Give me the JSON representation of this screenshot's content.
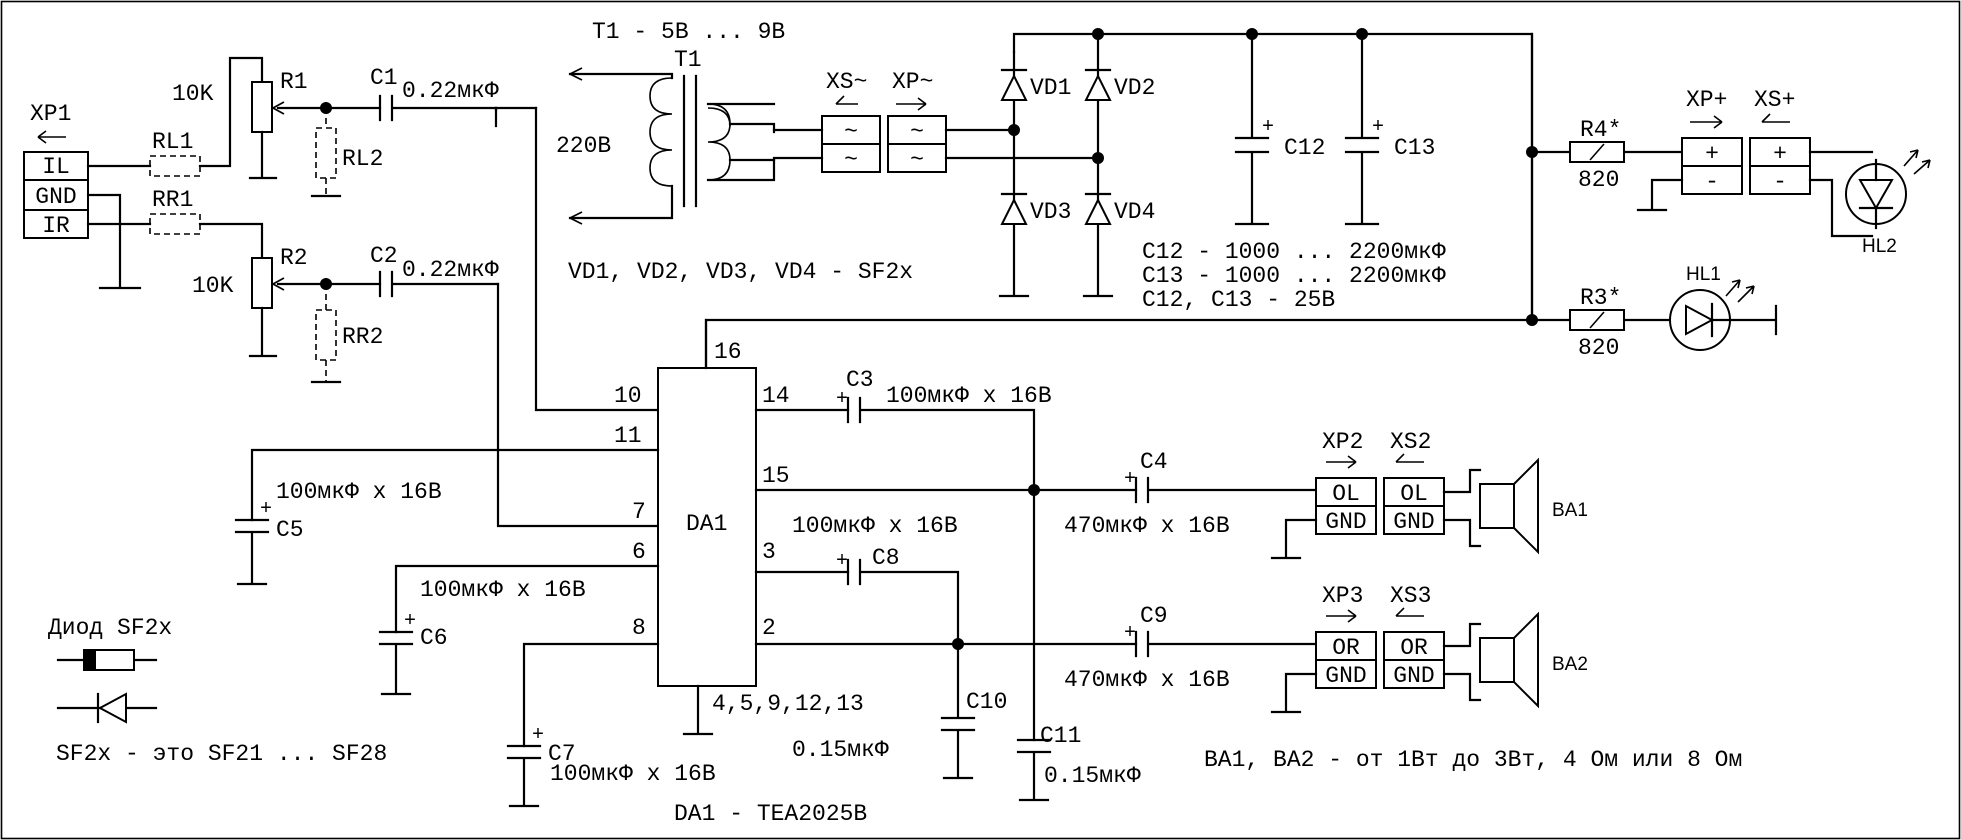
{
  "labels": {
    "t1_range": "T1 - 5В ... 9В",
    "t1": "T1",
    "mains": "220В",
    "xp1": "XP1",
    "il": "IL",
    "gnd": "GND",
    "ir": "IR",
    "rl1": "RL1",
    "rr1": "RR1",
    "r1": "R1",
    "r2": "R2",
    "r1_val": "10K",
    "r2_val": "10K",
    "rl2": "RL2",
    "rr2": "RR2",
    "c1": "C1",
    "c2": "C2",
    "c1_val": "0.22мкФ",
    "c2_val": "0.22мкФ",
    "xs_ac": "XS~",
    "xp_ac": "XP~",
    "tilde": "~",
    "vd1": "VD1",
    "vd2": "VD2",
    "vd3": "VD3",
    "vd4": "VD4",
    "vd_note": "VD1, VD2, VD3, VD4 - SF2x",
    "c12": "C12",
    "c13": "C13",
    "c12_note": "C12 - 1000 ... 2200мкФ",
    "c13_note": "C13 - 1000 ... 2200мкФ",
    "c12c13_note": "C12, C13 - 25В",
    "r4": "R4*",
    "r3": "R3*",
    "r4_val": "820",
    "r3_val": "820",
    "xp_plus": "XP+",
    "xs_plus": "XS+",
    "plus": "+",
    "minus": "-",
    "hl1": "HL1",
    "hl2": "HL2",
    "da1": "DA1",
    "pin16": "16",
    "pin10": "10",
    "pin11": "11",
    "pin7": "7",
    "pin6": "6",
    "pin8": "8",
    "pin14": "14",
    "pin15": "15",
    "pin3": "3",
    "pin2": "2",
    "pins_gnd": "4,5,9,12,13",
    "c3": "C3",
    "c3_val": "100мкФ x 16В",
    "c5": "C5",
    "c5_val": "100мкФ x 16В",
    "c6": "C6",
    "c6_val": "100мкФ x 16В",
    "c7": "C7",
    "c7_val": "100мкФ x 16В",
    "c8": "C8",
    "c8_val": "100мкФ x 16В",
    "c4": "C4",
    "c4_val": "470мкФ x 16В",
    "c9": "C9",
    "c9_val": "470мкФ x 16В",
    "c10": "C10",
    "c10_val": "0.15мкФ",
    "c11": "C11",
    "c11_val": "0.15мкФ",
    "xp2": "XP2",
    "xs2": "XS2",
    "xp3": "XP3",
    "xs3": "XS3",
    "ol": "OL",
    "or": "OR",
    "ba1": "BA1",
    "ba2": "BA2",
    "ba_note": "BA1, BA2 - от 1Вт до 3Вт, 4 Ом или 8 Ом",
    "da1_note": "DA1 - TEA2025B",
    "diode_title": "Диод SF2x",
    "sf_note": "SF2x - это SF21 ... SF28"
  }
}
